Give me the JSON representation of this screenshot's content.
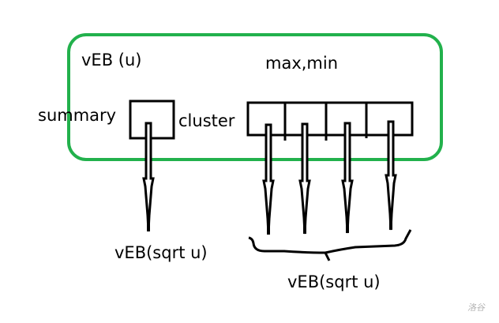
{
  "diagram": {
    "title": "vEB (u)",
    "top_label": "max,min",
    "summary_label": "summary",
    "cluster_label": "cluster",
    "summary_child_label": "vEB(sqrt u)",
    "cluster_children_label": "vEB(sqrt u)",
    "cluster_count": 4,
    "colors": {
      "container_border": "#22b14c",
      "stroke": "#000000"
    }
  },
  "watermark": "洛谷"
}
